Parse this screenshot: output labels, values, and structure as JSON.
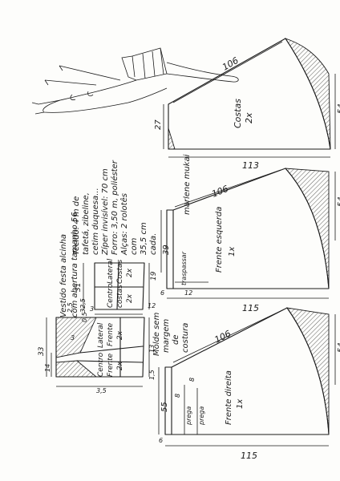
{
  "title": {
    "line1": "Vestido festa alcinha",
    "line2": "com abertura tamanho 56"
  },
  "materials": {
    "line1": "Tecido: 4 m de",
    "line2": "tafetá, zibeline,",
    "line3": "cetim duquesa...",
    "line4": "Zíper invisível: 70 cm",
    "line5": "Forro: 3,50 m, poliéster",
    "line6": "Alças: 2 rolotês",
    "line7": "com",
    "line8": "35,5 cm",
    "line9": "cada."
  },
  "mold_note": {
    "line1": "Molde sem",
    "line2": "margem",
    "line3": "de",
    "line4": "costura"
  },
  "signature": "marlene mukai",
  "pieces": {
    "costas": {
      "name": "Costas",
      "qty": "2x",
      "top": "106",
      "bottom": "113",
      "left": "27",
      "right": "54"
    },
    "frente_esquerda": {
      "name": "Frente esquerda",
      "qty": "1x",
      "top": "106",
      "bottom": "115",
      "left": "39",
      "right": "54",
      "tr": "traspassar",
      "d6": "6",
      "d12": "12"
    },
    "frente_direita": {
      "name": "Frente direita",
      "qty": "1x",
      "top": "106",
      "bottom": "115",
      "left": "55",
      "right": "54",
      "prega1": "prega",
      "prega2": "prega",
      "d8a": "8",
      "d8b": "8",
      "d6": "6"
    },
    "bodice_back": {
      "lateral": "Lateral",
      "lateral_qty": "2x",
      "costas": "Costas",
      "centro": "Centro",
      "centro_costas": "costas",
      "centro_qty": "2x",
      "d31": "31",
      "d19": "19",
      "d3": "3",
      "d12": "12",
      "d05": "0,5"
    },
    "bodice_front": {
      "lateral": "Lateral",
      "frente": "Frente",
      "lateral_qty": "2x",
      "centro": "Centro",
      "centro_frente": "Frente",
      "centro_qty": "2x",
      "d33": "33",
      "d14": "14",
      "d3": "3",
      "d325": "32,5",
      "d25": "2,5",
      "d15": "1,5",
      "d35": "3,5",
      "d13": "13"
    }
  }
}
